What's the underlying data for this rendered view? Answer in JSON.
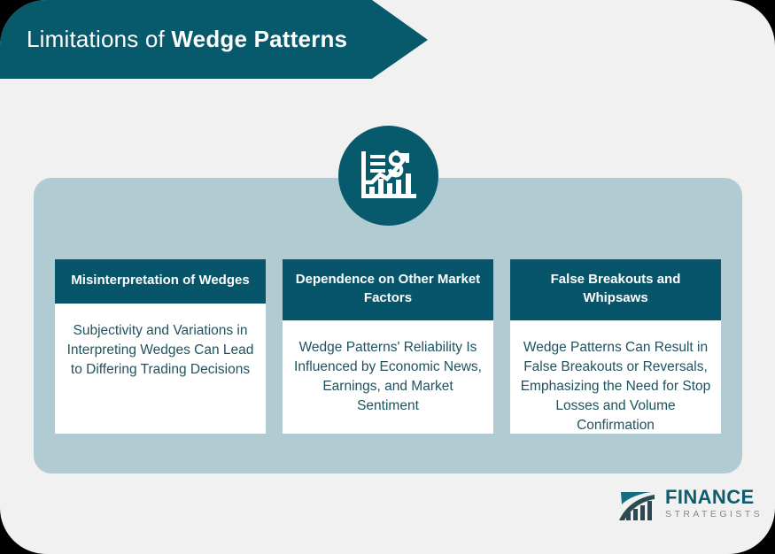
{
  "header": {
    "title_regular": "Limitations of ",
    "title_bold": "Wedge Patterns"
  },
  "icon": {
    "name": "financial-growth-chart-icon"
  },
  "columns": [
    {
      "heading": "Misinterpretation of Wedges",
      "body": "Subjectivity and Variations in Interpreting Wedges Can Lead to Differing Trading Decisions"
    },
    {
      "heading": "Dependence on Other Market Factors",
      "body": "Wedge Patterns' Reliability Is Influenced by Economic News, Earnings, and Market Sentiment"
    },
    {
      "heading": "False Breakouts and Whipsaws",
      "body": "Wedge Patterns Can Result in False Breakouts or Reversals, Emphasizing the Need for Stop Losses and Volume Confirmation"
    }
  ],
  "logo": {
    "primary": "FINANCE",
    "secondary": "STRATEGISTS"
  },
  "colors": {
    "banner_teal": "#065a6b",
    "header_teal": "#07556a",
    "panel_blue_gray": "#b0cbd1",
    "card_background": "#f1f1f1",
    "body_text": "#20535f",
    "logo_primary": "#0d5c6e",
    "logo_secondary": "#7b8b8f"
  }
}
